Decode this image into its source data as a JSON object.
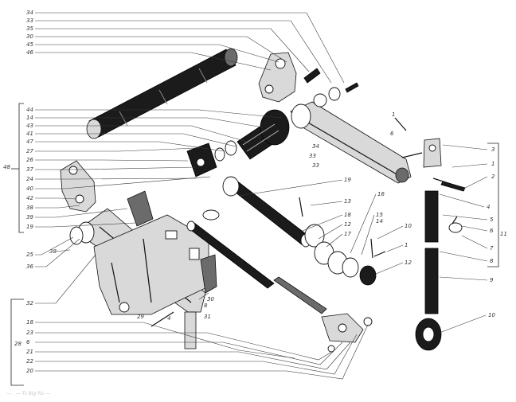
{
  "labels_left_top": [
    "34",
    "33",
    "35",
    "30",
    "45",
    "46"
  ],
  "labels_left_mid": [
    "44",
    "14",
    "43",
    "41",
    "47",
    "27",
    "26",
    "37",
    "24",
    "40",
    "42",
    "38",
    "39",
    "19"
  ],
  "labels_left_low": [
    "25",
    "36",
    "32"
  ],
  "label_part_group_left": "48",
  "label_screw": "38",
  "labels_bottom_left": [
    "18",
    "23",
    "6",
    "21",
    "22",
    "20"
  ],
  "label_group_bottom": "28",
  "labels_right_col": [
    "3",
    "1",
    "2",
    "4",
    "5",
    "6",
    "7",
    "8",
    "9",
    "10"
  ],
  "label_group_right": "11",
  "labels_center": [
    "19",
    "13",
    "16",
    "15",
    "14",
    "18",
    "12",
    "17",
    "10",
    "1",
    "12"
  ],
  "labels_misc": [
    "1",
    "6",
    "33",
    "29",
    "4",
    "30",
    "8",
    "31",
    "34",
    "33"
  ],
  "footer_text": "— . — Ts Big Ra —"
}
